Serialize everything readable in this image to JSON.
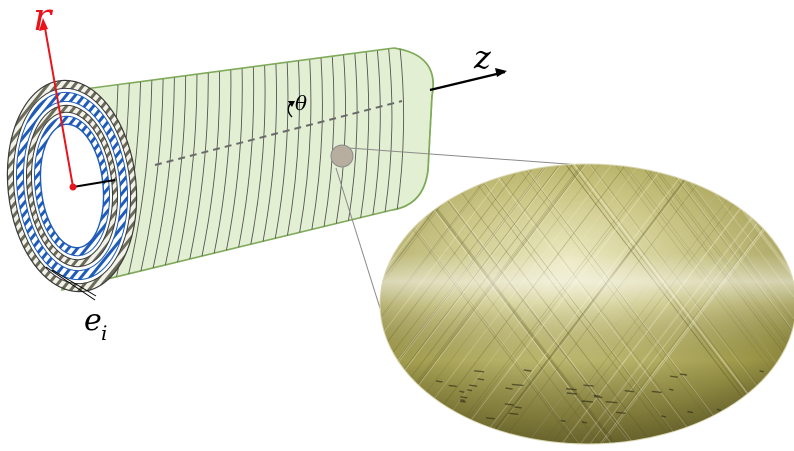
{
  "labels": {
    "radial_axis": "r",
    "axial_axis": "z",
    "angle": "θ",
    "layer_thickness_base": "e",
    "layer_thickness_sub": "i"
  },
  "colors": {
    "tube_fill": "#e3efd2",
    "tube_edge": "#7faa5a",
    "hoop_lines": "#4a4a4a",
    "radial_axis": "#e8141b",
    "layer_blue": "#1f5bb8",
    "layer_stripe": "#b9c8e8",
    "zoom_disc": "#b8ae9f",
    "zoom_lines": "#8a8a8a",
    "fiber_base": "#a8a35a"
  },
  "icons": {
    "rotation_arrow": "curved-arrow-icon"
  }
}
